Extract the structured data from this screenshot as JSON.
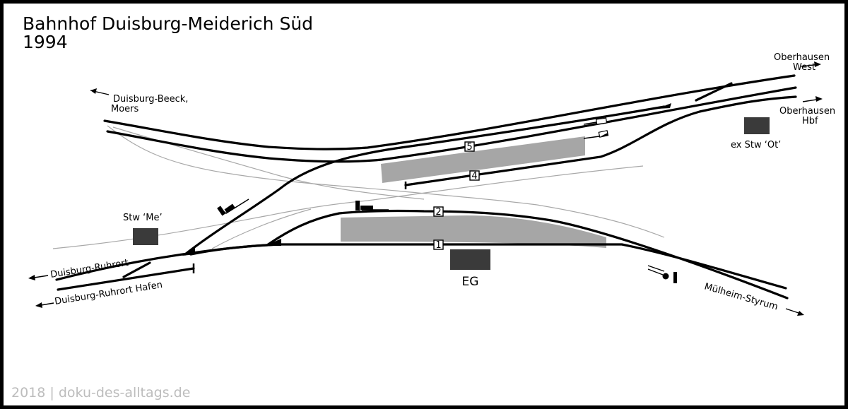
{
  "title": {
    "line1": "Bahnhof Duisburg-Meiderich Süd",
    "line2": "1994"
  },
  "destinations": {
    "oberhausen_west": {
      "line1": "Oberhausen",
      "line2": "West"
    },
    "oberhausen_hbf": {
      "line1": "Oberhausen",
      "line2": "Hbf"
    },
    "beeck": {
      "line1": "Duisburg-Beeck,",
      "line2": "Moers"
    },
    "ruhrort": "Duisburg-Ruhrort",
    "ruhrort_hafen": "Duisburg-Ruhrort Hafen",
    "styrum": "Mülheim-Styrum"
  },
  "buildings": {
    "stw_me": "Stw ‘Me’",
    "stw_ot": "ex Stw ‘Ot’",
    "eg": "EG"
  },
  "tracks": [
    "1",
    "2",
    "4",
    "5"
  ],
  "credit": "2018 | doku-des-alltags.de",
  "colors": {
    "track": "#000000",
    "platform": "#a6a6a6",
    "building": "#3a3a3a",
    "former_track": "#a8a8a8",
    "credit": "#bdbdbd"
  }
}
